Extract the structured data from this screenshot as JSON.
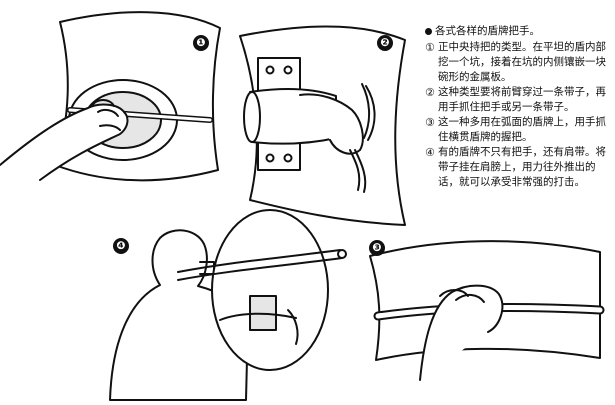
{
  "panels": [
    {
      "id": "1",
      "label": "❶"
    },
    {
      "id": "2",
      "label": "❷"
    },
    {
      "id": "3",
      "label": "❸"
    },
    {
      "id": "4",
      "label": "❹"
    }
  ],
  "notes": {
    "heading": "各式各样的盾牌把手。",
    "items": [
      {
        "mark": "①",
        "text": "正中央持把的类型。在平坦的盾内部挖一个坑，接着在坑的内侧镶嵌一块碗形的金属板。"
      },
      {
        "mark": "②",
        "text": "这种类型要将前臂穿过一条带子，再用手抓住把手或另一条带子。"
      },
      {
        "mark": "③",
        "text": "这一种多用在弧面的盾牌上，用手抓住横贯盾牌的握把。"
      },
      {
        "mark": "④",
        "text": "有的盾牌不只有把手，还有肩带。将带子挂在肩膀上，用力往外推出的话，就可以承受非常强的打击。"
      }
    ]
  },
  "colors": {
    "ink": "#111111",
    "paper": "#ffffff",
    "tone": "#d9d9d9"
  }
}
